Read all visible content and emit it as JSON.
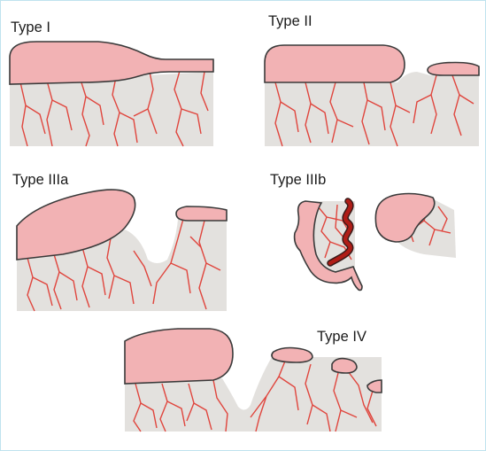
{
  "figure": {
    "panels": [
      {
        "id": "type-i",
        "label": "Type I"
      },
      {
        "id": "type-ii",
        "label": "Type II"
      },
      {
        "id": "type-iiia",
        "label": "Type IIIa"
      },
      {
        "id": "type-iiib",
        "label": "Type IIIb"
      },
      {
        "id": "type-iv",
        "label": "Type IV"
      }
    ]
  },
  "colors": {
    "tissue": "#e3e1de",
    "flap": "#f2b2b4",
    "vessel": "#e0453d",
    "dark_vessel": "#b01d17",
    "outline": "#3a3a3a",
    "border": "#bfe3ee"
  }
}
